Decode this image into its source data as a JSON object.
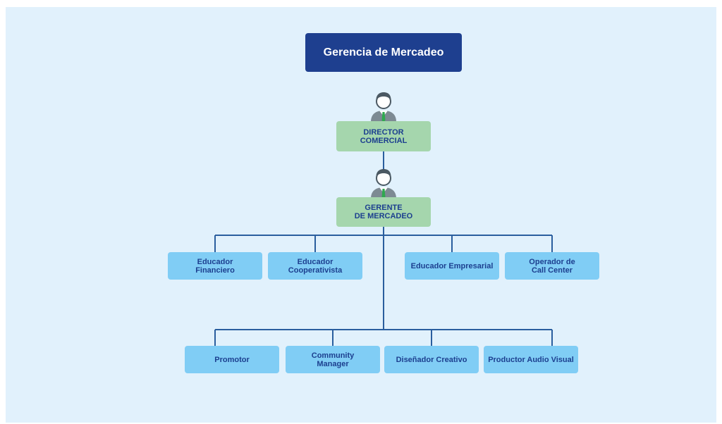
{
  "title": "Gerencia de Mercadeo",
  "level1": {
    "line1": "DIRECTOR",
    "line2": "COMERCIAL"
  },
  "level2": {
    "line1": "GERENTE",
    "line2": "DE MERCADEO"
  },
  "row1": [
    {
      "line1": "Educador",
      "line2": "Financiero"
    },
    {
      "line1": "Educador",
      "line2": "Cooperativista"
    },
    {
      "line1": "Educador Empresarial",
      "line2": ""
    },
    {
      "line1": "Operador de",
      "line2": "Call Center"
    }
  ],
  "row2": [
    {
      "line1": "Promotor",
      "line2": ""
    },
    {
      "line1": "Community",
      "line2": "Manager"
    },
    {
      "line1": "Diseñador Creativo",
      "line2": ""
    },
    {
      "line1": "Productor Audio Visual",
      "line2": ""
    }
  ],
  "colors": {
    "background": "#e1f1fc",
    "title_box": "#1e3f8f",
    "manager_box": "#a5d6ad",
    "staff_box": "#80cdf5",
    "connector": "#2a5e9e",
    "text": "#1c3f8f",
    "avatar_suit": "#7d8a93",
    "avatar_tie": "#2fa84f"
  },
  "icons": {
    "director_avatar": "person-icon",
    "manager_avatar": "person-icon"
  }
}
